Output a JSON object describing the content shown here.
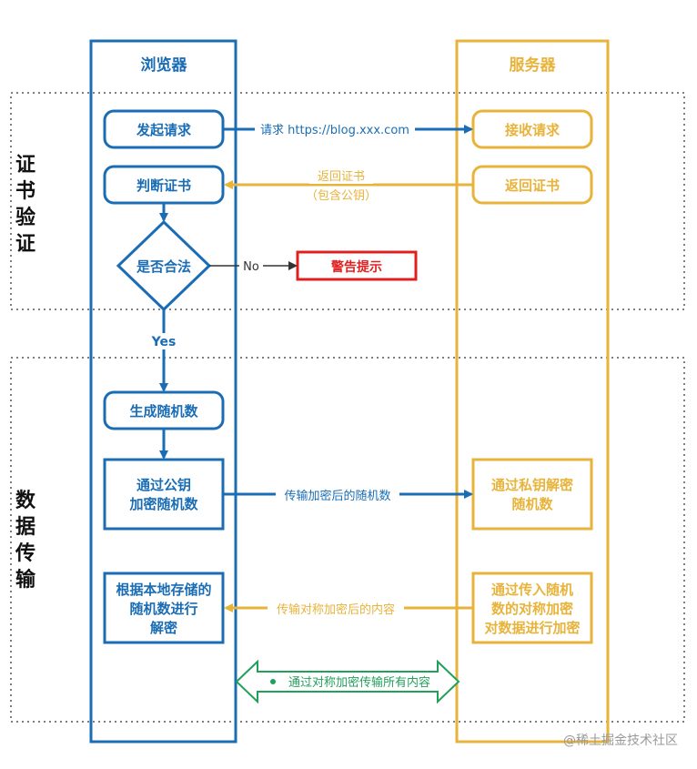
{
  "columns": {
    "browser": "浏览器",
    "server": "服务器"
  },
  "sections": {
    "cert_verify": [
      "证",
      "书",
      "验",
      "证"
    ],
    "data_transfer": [
      "数",
      "据",
      "传",
      "输"
    ]
  },
  "nodes": {
    "send_request": "发起请求",
    "receive_request": "接收请求",
    "judge_cert": "判断证书",
    "return_cert": "返回证书",
    "is_valid": "是否合法",
    "warning": "警告提示",
    "gen_random": "生成随机数",
    "encrypt_random": [
      "通过公钥",
      "加密随机数"
    ],
    "decrypt_random": [
      "通过私钥解密",
      "随机数"
    ],
    "decrypt_local": [
      "根据本地存储的",
      "随机数进行",
      "解密"
    ],
    "encrypt_data": [
      "通过传入随机",
      "数的对称加密",
      "对数据进行加密"
    ]
  },
  "edges": {
    "request": "请求 https://blog.xxx.com",
    "return_cert_line1": "返回证书",
    "return_cert_line2": "（包含公钥）",
    "no": "No",
    "yes": "Yes",
    "send_encrypted_random": "传输加密后的随机数",
    "send_encrypted_content": "传输对称加密后的内容",
    "symmetric_all": "通过对称加密传输所有内容"
  },
  "watermark": "@稀土掘金技术社区",
  "colors": {
    "blue": "#1a6db5",
    "yellow": "#e8b33a",
    "red": "#e02020",
    "green": "#22a05a",
    "dotted": "#555555"
  }
}
